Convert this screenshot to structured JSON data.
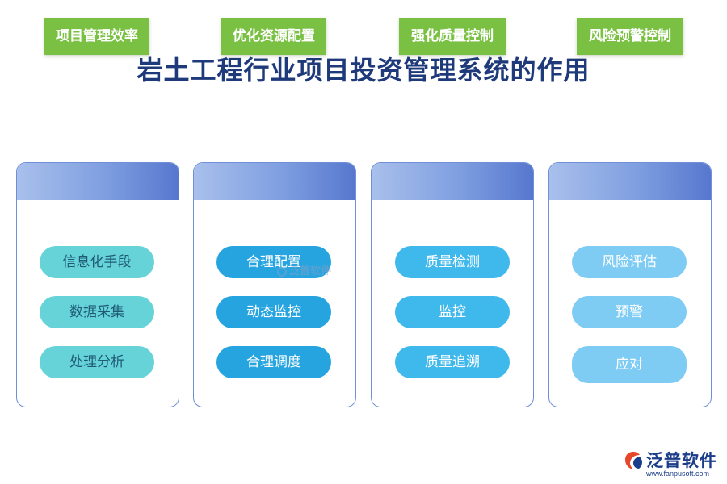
{
  "title": "岩土工程行业项目投资管理系统的作用",
  "colors": {
    "title": "#1e3a7a",
    "panel_border": "#6f8fd6",
    "label_green": "#7ac143",
    "pill_teal": "#66d3d9",
    "pill_blue": "#26a4e0",
    "pill_sky": "#3fb8ec",
    "pill_light": "#7ecbf4"
  },
  "panels": [
    {
      "label": "项目管理效率",
      "items": [
        "信息化手段",
        "数据采集",
        "处理分析"
      ]
    },
    {
      "label": "优化资源配置",
      "items": [
        "合理配置",
        "动态监控",
        "合理调度"
      ]
    },
    {
      "label": "强化质量控制",
      "items": [
        "质量检测",
        "监控",
        "质量追溯"
      ]
    },
    {
      "label": "风险预警控制",
      "items": [
        "风险评估",
        "预警",
        "应对"
      ]
    }
  ],
  "watermark": {
    "text": "泛普软件"
  },
  "logo": {
    "name": "泛普软件",
    "url": "www.fanpusoft.com",
    "icon": "fanpu-logo-icon"
  }
}
